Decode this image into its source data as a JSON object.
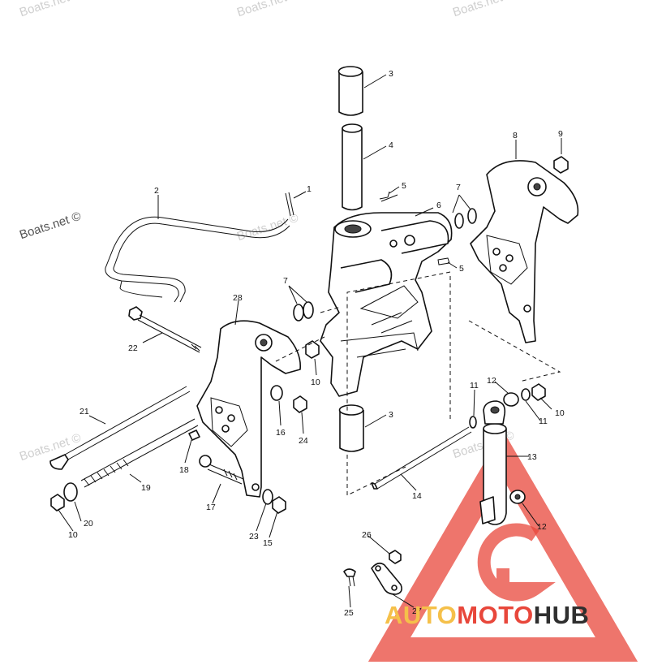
{
  "watermarks": [
    "Boats.net",
    "Boats.net",
    "Boats.net",
    "Boats.net ©",
    "Boats.net ©",
    "Boats.net ©",
    "Boats.net ©"
  ],
  "callouts": [
    "1",
    "2",
    "3",
    "4",
    "5",
    "6",
    "7",
    "8",
    "9",
    "3",
    "5",
    "7",
    "28",
    "22",
    "10",
    "16",
    "24",
    "21",
    "18",
    "19",
    "20",
    "10",
    "17",
    "23",
    "15",
    "14",
    "11",
    "12",
    "10",
    "11",
    "13",
    "12",
    "26",
    "25",
    "27"
  ],
  "brand": {
    "part1": "AUTO",
    "part2": "MOTO",
    "part3": "HUB",
    "color_auto": "#f5c04a",
    "color_moto": "#e8473b",
    "color_hub": "#2f2f2f"
  },
  "colors": {
    "line": "#111111",
    "watermark": "#cfcfcf",
    "logo_triangle": "#e8473b"
  }
}
